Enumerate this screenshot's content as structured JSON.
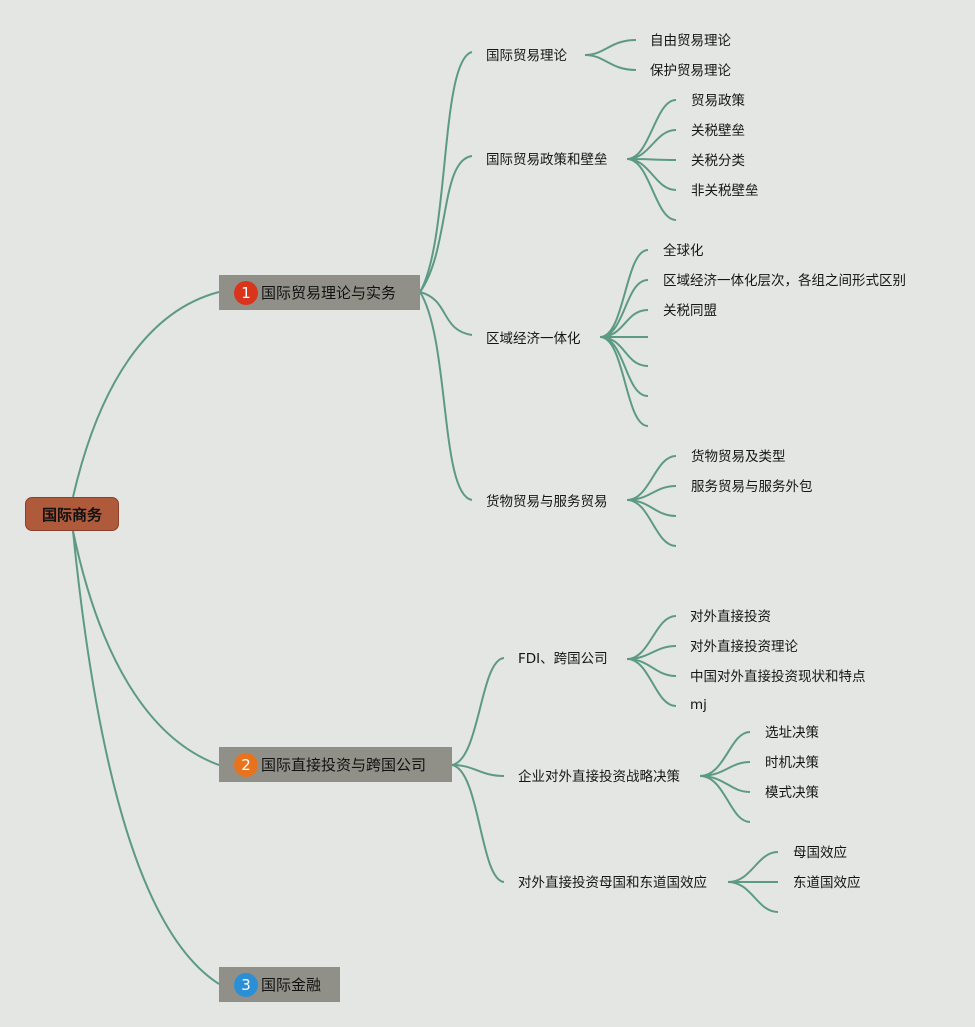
{
  "root": {
    "label": "国际商务"
  },
  "branches": [
    {
      "badge": "1",
      "badge_color": "#d9341c",
      "label": "国际贸易理论与实务",
      "topics": [
        {
          "label": "国际贸易理论",
          "leaves": [
            "自由贸易理论",
            "保护贸易理论"
          ]
        },
        {
          "label": "国际贸易政策和壁垒",
          "leaves": [
            "贸易政策",
            "关税壁垒",
            "关税分类",
            "非关税壁垒"
          ]
        },
        {
          "label": "区域经济一体化",
          "leaves": [
            "全球化",
            "区域经济一体化层次，各组之间形式区别",
            "关税同盟"
          ]
        },
        {
          "label": "货物贸易与服务贸易",
          "leaves": [
            "货物贸易及类型",
            "服务贸易与服务外包"
          ]
        }
      ]
    },
    {
      "badge": "2",
      "badge_color": "#e8731e",
      "label": "国际直接投资与跨国公司",
      "topics": [
        {
          "label": "FDI、跨国公司",
          "leaves": [
            "对外直接投资",
            "对外直接投资理论",
            "中国对外直接投资现状和特点",
            "mj"
          ]
        },
        {
          "label": "企业对外直接投资战略决策",
          "leaves": [
            "选址决策",
            "时机决策",
            "模式决策"
          ]
        },
        {
          "label": "对外直接投资母国和东道国效应",
          "leaves": [
            "母国效应",
            "东道国效应"
          ]
        }
      ]
    },
    {
      "badge": "3",
      "badge_color": "#2a8fd4",
      "label": "国际金融",
      "topics": []
    }
  ],
  "colors": {
    "background": "#e4e6e3",
    "link": "#5c9a86",
    "root_fill": "#b05a3c",
    "branch_fill": "#919088"
  }
}
